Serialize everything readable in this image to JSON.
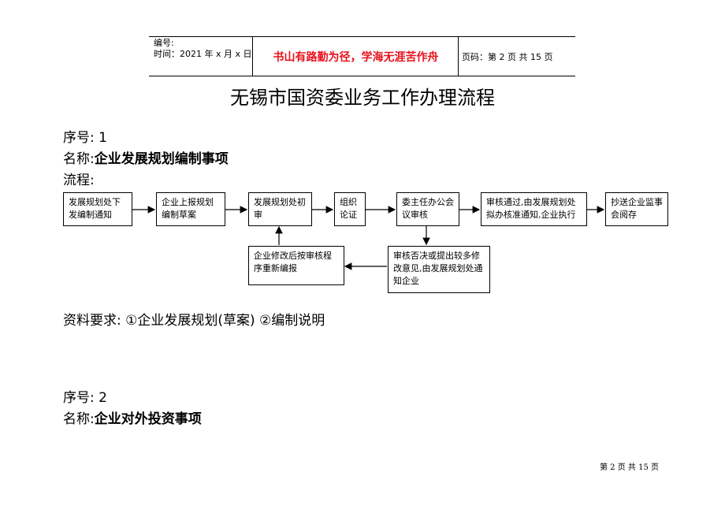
{
  "header": {
    "code_label": "编号:",
    "time_label": "时间：2021 年 x 月 x 日",
    "motto": "书山有路勤为径，学海无涯苦作舟",
    "page_info": "页码：第 2 页  共 15 页"
  },
  "title": "无锡市国资委业务工作办理流程",
  "item1": {
    "seq": "序号: 1",
    "name_label": "名称:",
    "name": "企业发展规划编制事项",
    "flow_label": "流程:",
    "boxes": [
      "发展规划处下发编制通知",
      "企业上报规划编制草案",
      "发展规划处初审",
      "组织论证",
      "委主任办公会议审核",
      "审核通过,由发展规划处拟办核准通知,企业执行",
      "抄送企业监事会阅存",
      "审核否决或提出较多修改意见,由发展规划处通知企业",
      "企业修改后按审核程序重新编报"
    ],
    "materials": "资料要求: ①企业发展规划(草案) ②编制说明"
  },
  "item2": {
    "seq": "序号: 2",
    "name_label": "名称:",
    "name": "企业对外投资事项"
  },
  "footer": "第 2 页 共 15 页"
}
